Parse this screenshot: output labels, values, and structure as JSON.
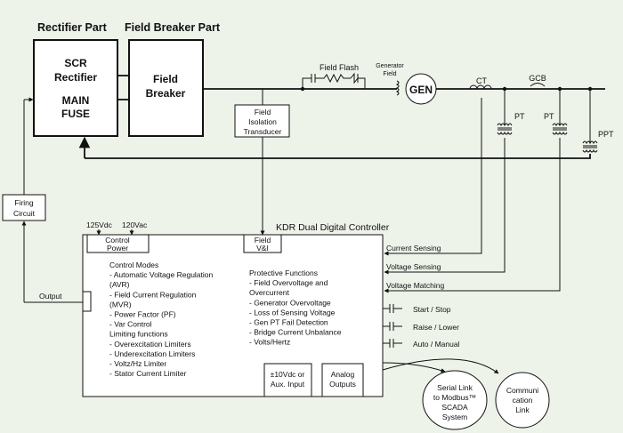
{
  "headings": {
    "rectifier_part": "Rectifier Part",
    "field_breaker_part": "Field Breaker Part"
  },
  "rectifier": {
    "line1": "SCR",
    "line2": "Rectifier",
    "line3": "MAIN",
    "line4": "FUSE"
  },
  "field_breaker": {
    "line1": "Field",
    "line2": "Breaker"
  },
  "field_flash": "Field Flash",
  "generator_field": {
    "line1": "Generator",
    "line2": "Field"
  },
  "gen": "GEN",
  "ct": "CT",
  "gcb": "GCB",
  "pt": "PT",
  "ppt": "PPT",
  "field_isolation": {
    "line1": "Field",
    "line2": "Isolation",
    "line3": "Transducer"
  },
  "firing_circuit": {
    "line1": "Firing",
    "line2": "Circuit"
  },
  "controller_title": "KDR Dual Digital Controller",
  "supply": {
    "dc": "125Vdc",
    "ac": "120Vac"
  },
  "control_power": {
    "line1": "Control",
    "line2": "Power"
  },
  "field_vi": {
    "line1": "Field",
    "line2": "V&I"
  },
  "output": "Output",
  "control_modes": [
    "Control Modes",
    " - Automatic Voltage Regulation",
    "(AVR)",
    " - Field Current Regulation",
    "(MVR)",
    " - Power Factor (PF)",
    " - Var Control",
    "Limiting functions",
    " - Overexcitation Limiters",
    " - Underexcitation Limiters",
    " - Voltz/Hz Limiter",
    " - Stator Current Limiter"
  ],
  "protective_functions": [
    "Protective Functions",
    " - Field Overvoltage and",
    "Overcurrent",
    " - Generator Overvoltage",
    " - Loss of Sensing Voltage",
    " - Gen PT Fail Detection",
    " - Bridge Current Unbalance",
    " - Volts/Hertz"
  ],
  "aux_input": {
    "line1": "±10Vdc or",
    "line2": "Aux. Input"
  },
  "analog_outputs": {
    "line1": "Analog",
    "line2": "Outputs"
  },
  "signals": {
    "current_sensing": "Current Sensing",
    "voltage_sensing": "Voltage Sensing",
    "voltage_matching": "Voltage Matching",
    "start_stop": "Start / Stop",
    "raise_lower": "Raise / Lower",
    "auto_manual": "Auto / Manual"
  },
  "serial_link": {
    "line1": "Serial Link",
    "line2": "to Modbus™",
    "line3": "SCADA",
    "line4": "System"
  },
  "communication_link": {
    "line1": "Communi",
    "line2": "cation",
    "line3": "Link"
  }
}
